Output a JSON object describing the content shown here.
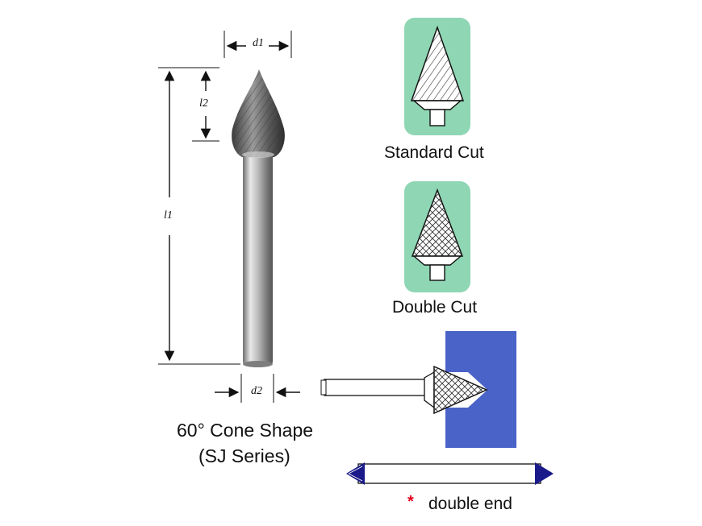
{
  "dimensions": {
    "d1": "d1",
    "l2": "l2",
    "l1": "l1",
    "d2": "d2"
  },
  "captions": {
    "standard_cut": "Standard  Cut",
    "double_cut": "Double Cut",
    "shape_line1": "60° Cone Shape",
    "shape_line2": "(SJ Series)",
    "double_end_marker": "*",
    "double_end": "double end"
  },
  "colors": {
    "icon_background": "#8fd6b4",
    "workpiece_blue": "#4a63c8",
    "marker_red": "#e3001b"
  }
}
